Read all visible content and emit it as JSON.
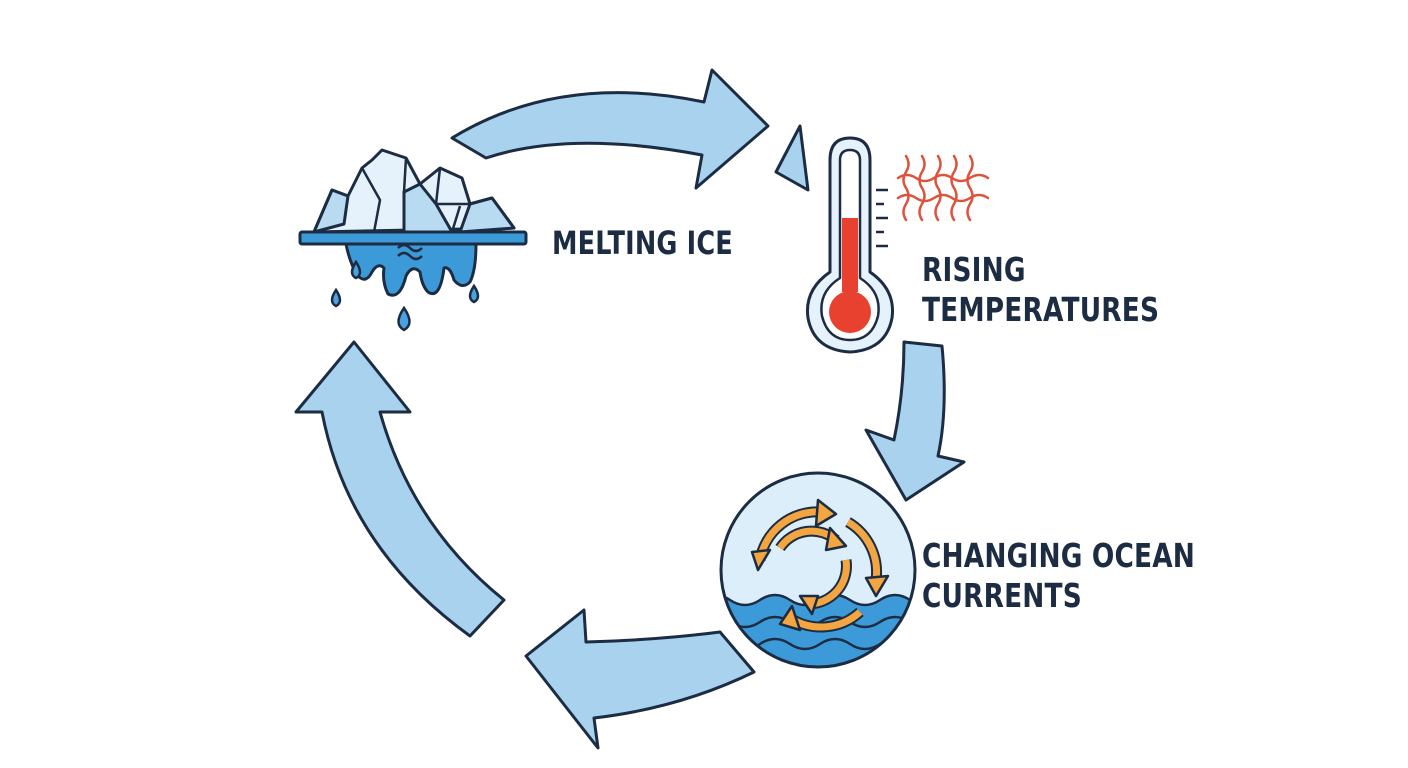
{
  "colors": {
    "background": "#ffffff",
    "outline": "#1c2c43",
    "arrow_fill": "#a9d2ee",
    "ice_light": "#e6f2fb",
    "ice_mid": "#b9dbf2",
    "water": "#3d9ad8",
    "drop": "#4aa3e0",
    "mercury": "#e8412f",
    "heat_waves": "#e0513c",
    "current_arrows": "#f2a540",
    "ocean_bg": "#dceefa"
  },
  "stages": {
    "melting_ice": {
      "label": "MELTING ICE",
      "icon": "iceberg-icon"
    },
    "rising_temperatures": {
      "label_line1": "RISING",
      "label_line2": "TEMPERATURES",
      "icon": "thermometer-icon"
    },
    "changing_currents": {
      "label_line1": "CHANGING OCEAN",
      "label_line2": "CURRENTS",
      "icon": "ocean-currents-icon"
    }
  }
}
